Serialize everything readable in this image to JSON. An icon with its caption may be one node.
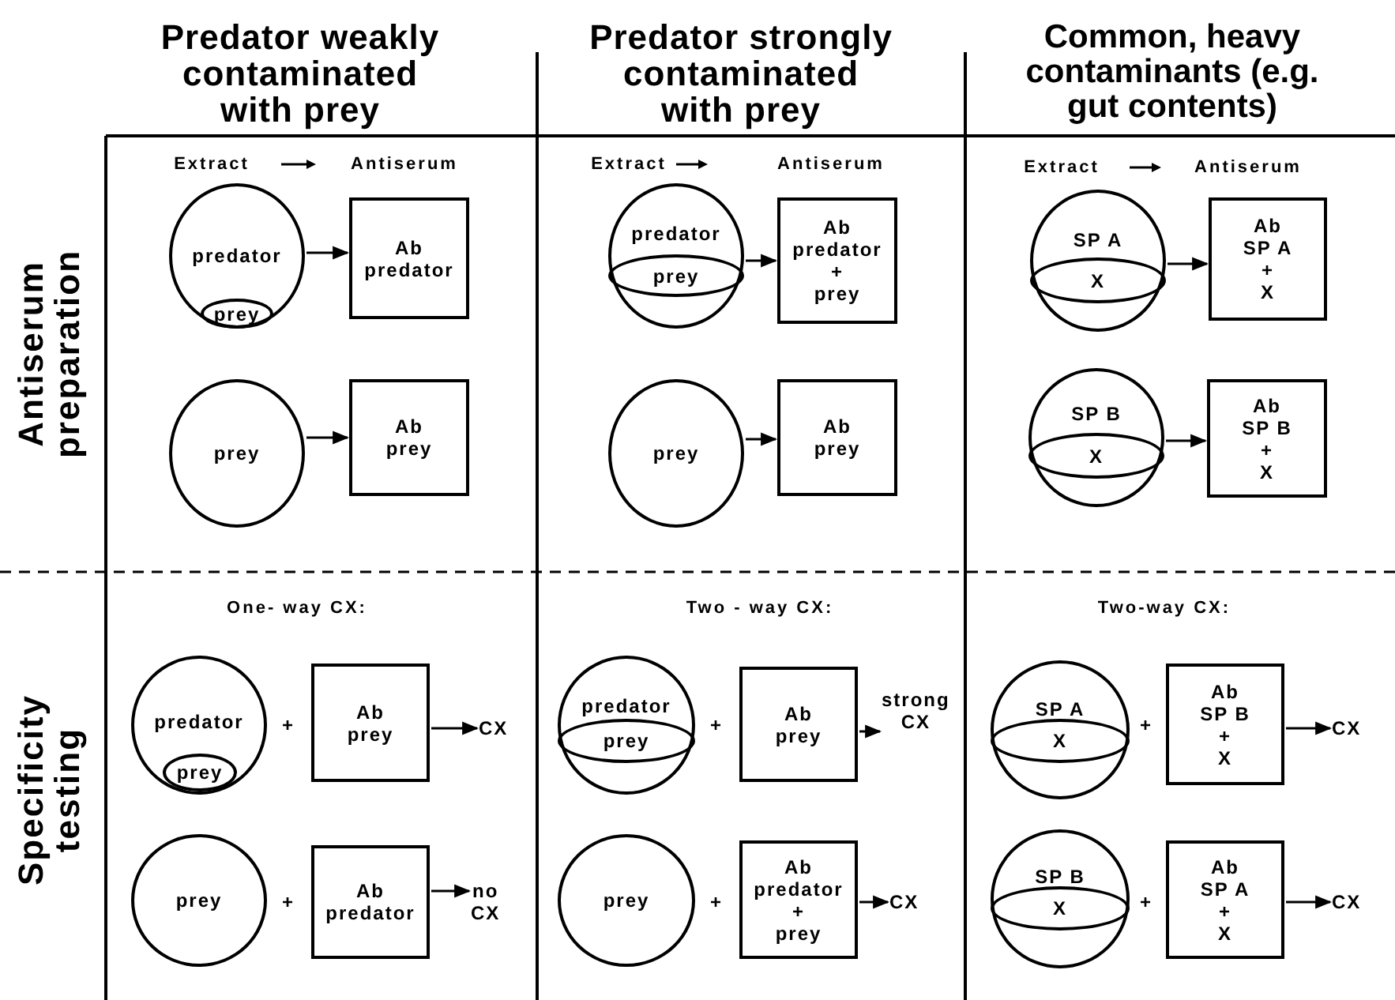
{
  "diagram": {
    "nodes": [
      {
        "text": [
          "predator"
        ]
      },
      {
        "text": [
          "prey"
        ],
        "in": 0
      },
      {
        "text": [
          "Ab predator"
        ]
      },
      {
        "text": [
          "predator"
        ]
      },
      {
        "text": [
          "prey"
        ],
        "in": 3
      },
      {
        "text": [
          "Ab predator + prey"
        ]
      },
      {
        "text": [
          "SP A"
        ]
      },
      {
        "text": [
          "X"
        ],
        "in": 6
      },
      {
        "text": [
          "Ab SP A + X"
        ]
      },
      {
        "text": [
          "prey"
        ]
      },
      {
        "text": [
          "Ab prey"
        ]
      },
      {
        "text": [
          "prey"
        ]
      },
      {
        "text": [
          "Ab prey"
        ]
      },
      {
        "text": [
          "SP B"
        ]
      },
      {
        "text": [
          "X"
        ],
        "in": 13
      },
      {
        "text": [
          "Ab SP B + X"
        ]
      },
      {
        "text": [
          "predator"
        ]
      },
      {
        "text": [
          "prey"
        ],
        "in": 16
      },
      {
        "text": [
          "Ab prey"
        ]
      },
      {
        "text": [
          "CX"
        ]
      },
      {
        "text": [
          "predator"
        ]
      },
      {
        "text": [
          "prey"
        ],
        "in": 20
      },
      {
        "text": [
          "Ab prey"
        ]
      },
      {
        "text": [
          "strong CX"
        ]
      },
      {
        "text": [
          "SP A"
        ]
      },
      {
        "text": [
          "X"
        ],
        "in": 24
      },
      {
        "text": [
          "Ab SP B + X"
        ]
      },
      {
        "text": [
          "CX"
        ]
      },
      {
        "text": [
          "prey"
        ]
      },
      {
        "text": [
          "Ab predator"
        ]
      },
      {
        "text": [
          "no CX"
        ]
      },
      {
        "text": [
          "prey"
        ]
      },
      {
        "text": [
          "Ab predator + prey"
        ]
      },
      {
        "text": [
          "CX"
        ]
      },
      {
        "text": [
          "SP B"
        ]
      },
      {
        "text": [
          "X"
        ],
        "in": 34
      },
      {
        "text": [
          "Ab SP A + X"
        ]
      },
      {
        "text": [
          "CX"
        ]
      }
    ],
    "edges": [
      {
        "from": 0,
        "to": 2,
        "arrow": "to"
      },
      {
        "from": 3,
        "to": 5,
        "arrow": "to"
      },
      {
        "from": 6,
        "to": 8,
        "arrow": "to"
      },
      {
        "from": 9,
        "to": 10,
        "arrow": "to"
      },
      {
        "from": 11,
        "to": 12,
        "arrow": "to"
      },
      {
        "from": 13,
        "to": 15,
        "arrow": "to"
      },
      {
        "from": 18,
        "to": 19,
        "arrow": "to"
      },
      {
        "from": 22,
        "to": 23,
        "arrow": "to"
      },
      {
        "from": 26,
        "to": 27,
        "arrow": "to"
      },
      {
        "from": 29,
        "to": 30,
        "arrow": "to"
      },
      {
        "from": 32,
        "to": 33,
        "arrow": "to"
      },
      {
        "from": 36,
        "to": 37,
        "arrow": "to"
      }
    ],
    "labels": [
      "Predator weakly contaminated with prey",
      "Predator strongly contaminated with prey",
      "Common, heavy contaminants (e.g. gut contents)",
      "Extract",
      "Antiserum",
      "Extract",
      "Antiserum",
      "Extract",
      "Antiserum",
      "Antiserum preparation",
      "One- way CX:",
      "Two - way CX:",
      "Two-way CX:",
      "Specificity testing",
      "+",
      "+",
      "+",
      "+",
      "+",
      "+"
    ]
  }
}
